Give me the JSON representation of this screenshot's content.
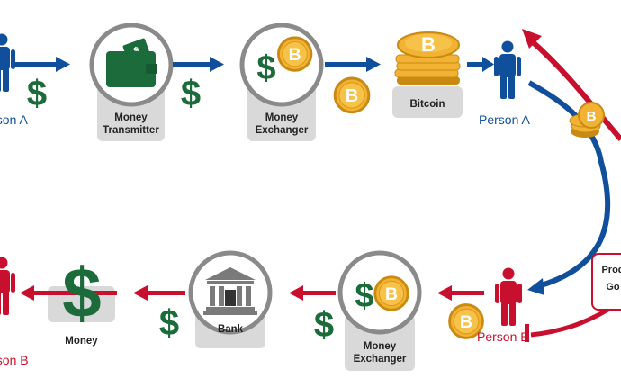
{
  "colors": {
    "blue": "#0f4f9c",
    "red": "#c8102e",
    "green": "#1c6b3a",
    "gold": "#f2b233",
    "gold_dark": "#c98a12",
    "gray_box": "#d9d9d9",
    "circle_border": "#8a8a8a"
  },
  "icons": [
    "person-icon",
    "dollar-icon",
    "money-wallet-icon",
    "bitcoin-coin-icon",
    "bitcoin-stack-icon",
    "bank-building-icon"
  ],
  "top_row": {
    "person_a_left": "Person A",
    "money_transmitter": {
      "line1": "Money",
      "line2": "Transmitter"
    },
    "money_exchanger": {
      "line1": "Money",
      "line2": "Exchanger"
    },
    "bitcoin": "Bitcoin",
    "person_a_right": "Person A"
  },
  "bottom_row": {
    "person_b_left": "Person B",
    "money": "Money",
    "bank": "Bank",
    "money_exchanger": {
      "line1": "Money",
      "line2": "Exchanger"
    },
    "person_b_right": "Person B"
  },
  "goods_box": {
    "line1": "Prod",
    "line2": "Go"
  }
}
